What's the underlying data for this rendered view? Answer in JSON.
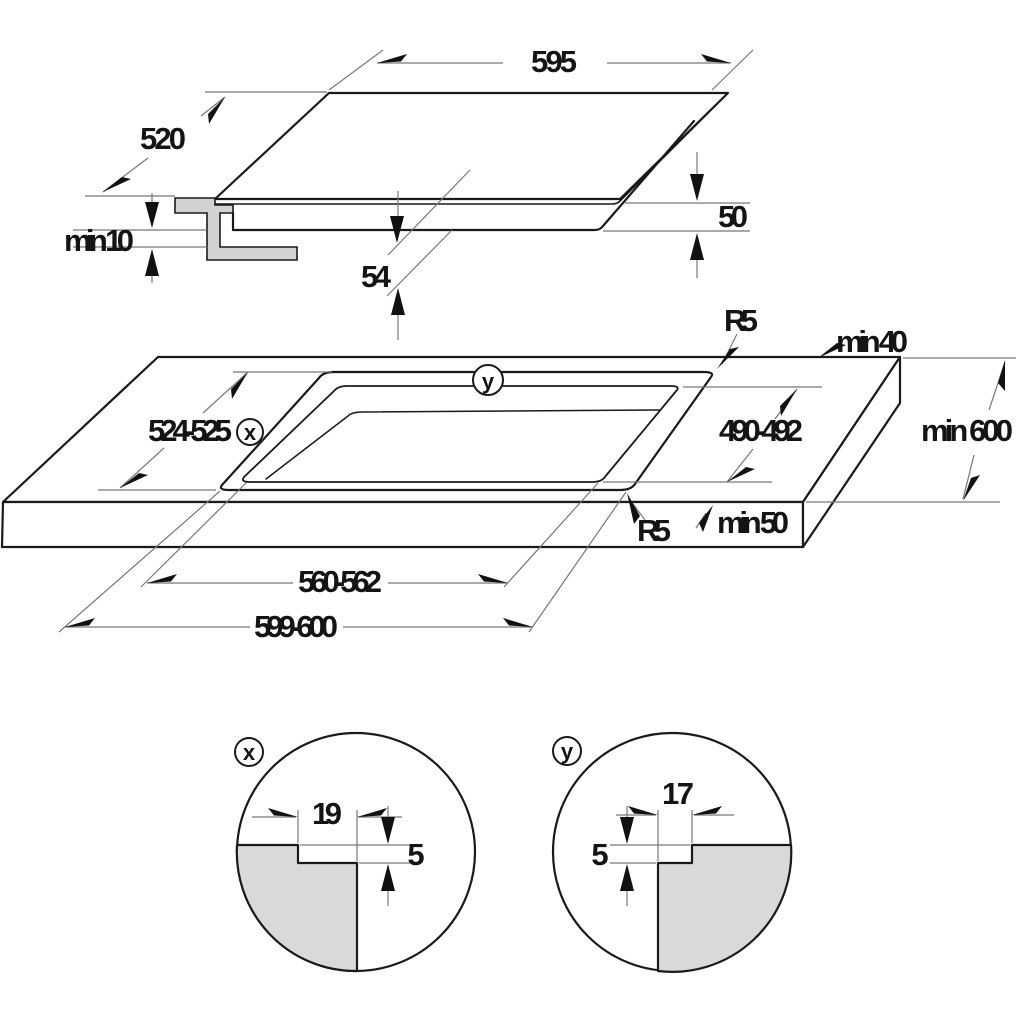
{
  "hob": {
    "width": "595",
    "depth": "520",
    "min_clearance_below": "min 10",
    "total_height": "54",
    "built_in_height": "50"
  },
  "worktop": {
    "cutout_depth_outer": "524-525",
    "cutout_depth_inner": "490-492",
    "cutout_width_inner": "560-562",
    "cutout_width_outer": "599-600",
    "corner_radius_back": "R5",
    "corner_radius_front": "R5",
    "min_distance_back": "min 40",
    "min_worktop_depth": "min 600",
    "min_distance_front": "min 50",
    "marker_x": "x",
    "marker_y": "y"
  },
  "detail_x": {
    "marker": "x",
    "rebate_width": "19",
    "rebate_depth": "5"
  },
  "detail_y": {
    "marker": "y",
    "rebate_width": "17",
    "rebate_depth": "5"
  }
}
